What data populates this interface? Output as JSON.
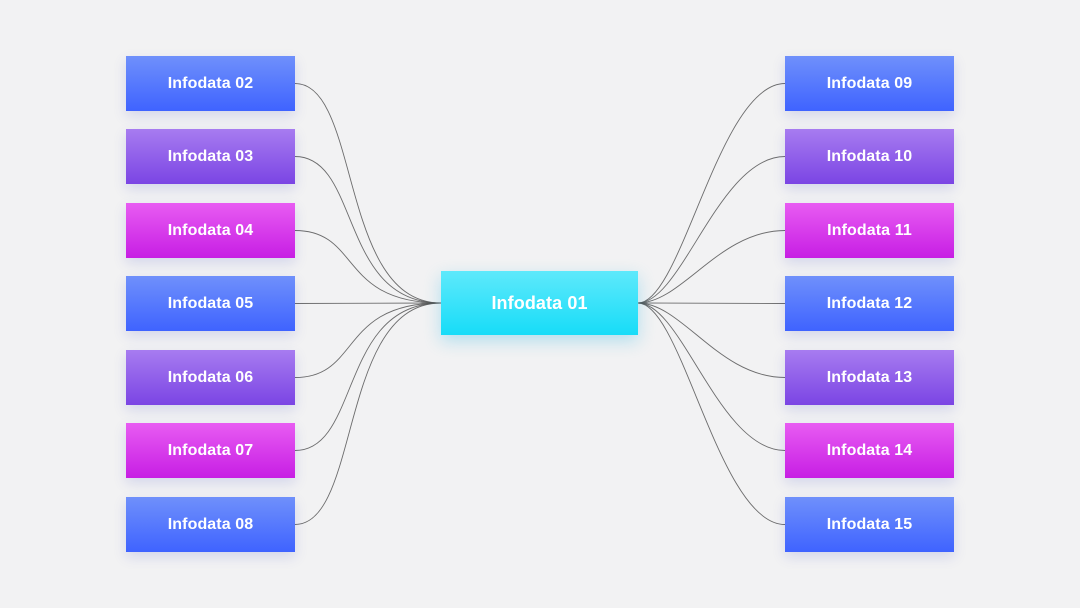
{
  "diagram": {
    "center": {
      "label": "Infodata 01",
      "color": "#1fdcf8"
    },
    "left": [
      {
        "label": "Infodata 02",
        "style": "blue"
      },
      {
        "label": "Infodata 03",
        "style": "violet"
      },
      {
        "label": "Infodata 04",
        "style": "pink"
      },
      {
        "label": "Infodata 05",
        "style": "blue"
      },
      {
        "label": "Infodata 06",
        "style": "violet"
      },
      {
        "label": "Infodata 07",
        "style": "pink"
      },
      {
        "label": "Infodata 08",
        "style": "blue"
      }
    ],
    "right": [
      {
        "label": "Infodata 09",
        "style": "blue"
      },
      {
        "label": "Infodata 10",
        "style": "violet"
      },
      {
        "label": "Infodata 11",
        "style": "pink"
      },
      {
        "label": "Infodata 12",
        "style": "blue"
      },
      {
        "label": "Infodata 13",
        "style": "violet"
      },
      {
        "label": "Infodata 14",
        "style": "pink"
      },
      {
        "label": "Infodata 15",
        "style": "blue"
      }
    ],
    "colors": {
      "background": "#f2f2f3",
      "blue": "#4a6cff",
      "violet": "#8a55e8",
      "pink": "#d62ce8",
      "connector": "#555555"
    }
  }
}
